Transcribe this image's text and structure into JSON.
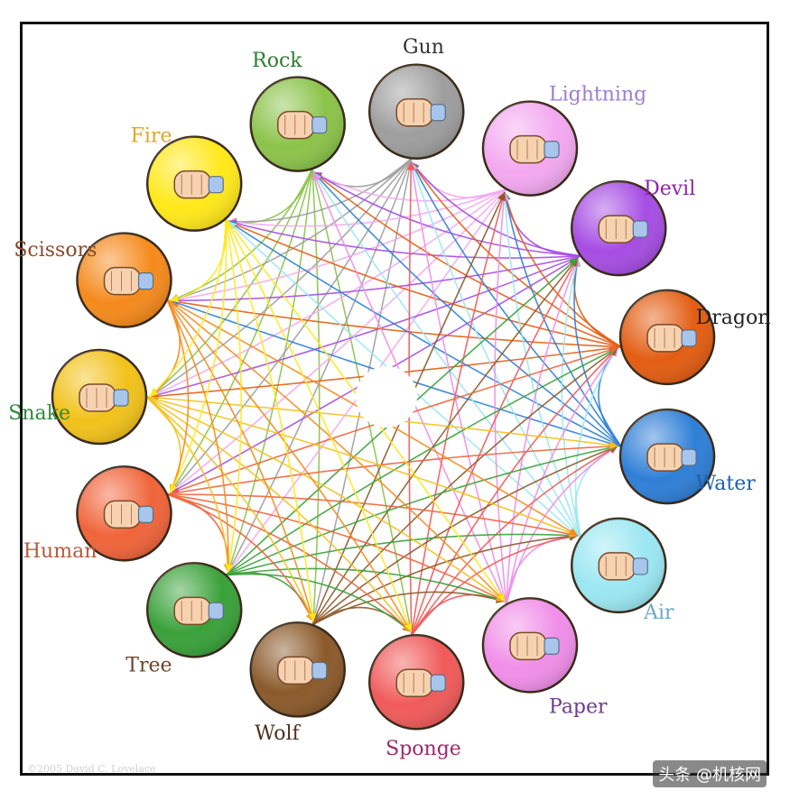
{
  "diagram": {
    "nodes": [
      {
        "name": "Rock",
        "color": "#8bc34a",
        "label_color": "#2e7d32",
        "icon": "rock-fist-icon"
      },
      {
        "name": "Gun",
        "color": "#9e9e9e",
        "label_color": "#333333",
        "icon": "gun-hand-icon"
      },
      {
        "name": "Lightning",
        "color": "#f3a8f0",
        "label_color": "#9c7fd1",
        "icon": "lightning-hand-icon"
      },
      {
        "name": "Devil",
        "color": "#a64de3",
        "label_color": "#8e24aa",
        "icon": "devil-horns-icon"
      },
      {
        "name": "Dragon",
        "color": "#e35d12",
        "label_color": "#222222",
        "icon": "dragon-hand-icon"
      },
      {
        "name": "Water",
        "color": "#2f7fd6",
        "label_color": "#1e5fae",
        "icon": "water-hand-icon"
      },
      {
        "name": "Air",
        "color": "#9be7f2",
        "label_color": "#6aa9c9",
        "icon": "air-hand-icon"
      },
      {
        "name": "Paper",
        "color": "#f08ee8",
        "label_color": "#6d3b8e",
        "icon": "paper-hand-icon"
      },
      {
        "name": "Sponge",
        "color": "#f05a5a",
        "label_color": "#9c2a6d",
        "icon": "sponge-hand-icon"
      },
      {
        "name": "Wolf",
        "color": "#8b5a2b",
        "label_color": "#4e3120",
        "icon": "wolf-hand-icon"
      },
      {
        "name": "Tree",
        "color": "#3aa13a",
        "label_color": "#6d4228",
        "icon": "tree-hand-icon"
      },
      {
        "name": "Human",
        "color": "#f0643a",
        "label_color": "#b55a3a",
        "icon": "human-hand-icon"
      },
      {
        "name": "Snake",
        "color": "#f2c21a",
        "label_color": "#2e8b3a",
        "icon": "snake-hand-icon"
      },
      {
        "name": "Scissors",
        "color": "#f58a1c",
        "label_color": "#8b4a2a",
        "icon": "scissors-hand-icon"
      },
      {
        "name": "Fire",
        "color": "#ffe81a",
        "label_color": "#e0a52a",
        "icon": "fire-hand-icon"
      }
    ],
    "beats_count": 7
  },
  "watermark": "头条 @机核网",
  "copyright": "©2005 David C. Lovelace"
}
